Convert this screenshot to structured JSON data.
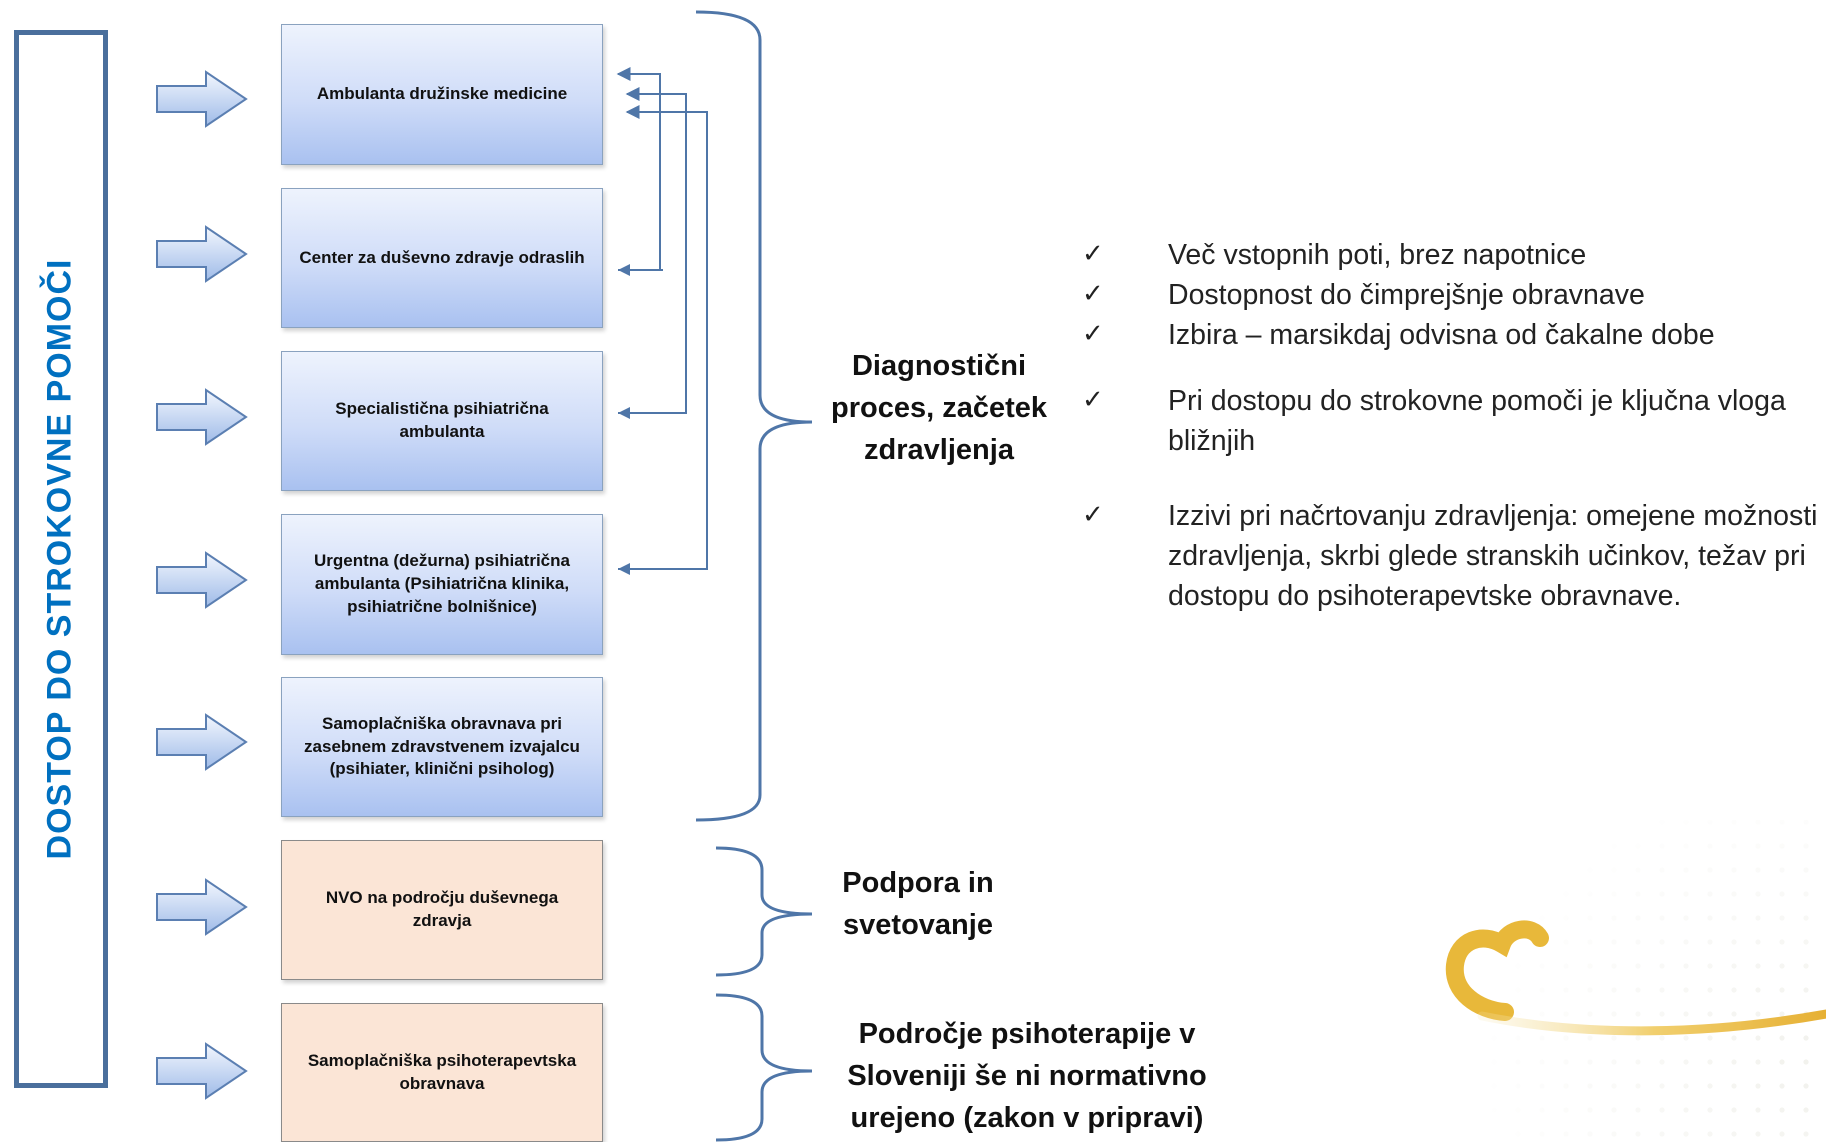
{
  "side_label": "DOSTOP DO STROKOVNE POMOČI",
  "boxes": [
    {
      "text": "Ambulanta družinske medicine",
      "style": "blue"
    },
    {
      "text": "Center za duševno zdravje odraslih",
      "style": "blue"
    },
    {
      "text": "Specialistična psihiatrična ambulanta",
      "style": "blue"
    },
    {
      "text": "Urgentna (dežurna) psihiatrična ambulanta (Psihiatrična klinika, psihiatrične bolnišnice)",
      "style": "blue"
    },
    {
      "text": "Samoplačniška obravnava pri zasebnem zdravstvenem izvajalcu (psihiater, klinični psiholog)",
      "style": "blue"
    },
    {
      "text": "NVO na področju duševnega zdravja",
      "style": "peach"
    },
    {
      "text": "Samoplačniška psihoterapevtska obravnava",
      "style": "peach"
    }
  ],
  "sections": {
    "diagnostic": "Diagnostični proces, začetek zdravljenja",
    "support": "Podpora in svetovanje",
    "psychotherapy": "Področje psihoterapije v Sloveniji še ni normativno urejeno (zakon v pripravi)"
  },
  "checklist": [
    "Več vstopnih poti, brez napotnice",
    "Dostopnost do čimprejšnje obravnave",
    "Izbira – marsikdaj odvisna od čakalne dobe",
    "Pri dostopu do strokovne pomoči je ključna vloga bližnjih",
    "Izzivi pri načrtovanju zdravljenja: omejene možnosti zdravljenja, skrbi glede stranskih učinkov, težav pri dostopu do psihoterapevtske obravnave."
  ],
  "check_symbol": "✓",
  "colors": {
    "accent_blue": "#0070c0",
    "arrow_fill_top": "#eaf1fc",
    "arrow_fill_bottom": "#9fbbe8",
    "arrow_stroke": "#5b7fb2",
    "box_blue_bottom": "#a9c1f0",
    "box_peach": "#fbe5d6",
    "bracket": "#4f76a8",
    "logo_gold": "#e8b83a"
  }
}
